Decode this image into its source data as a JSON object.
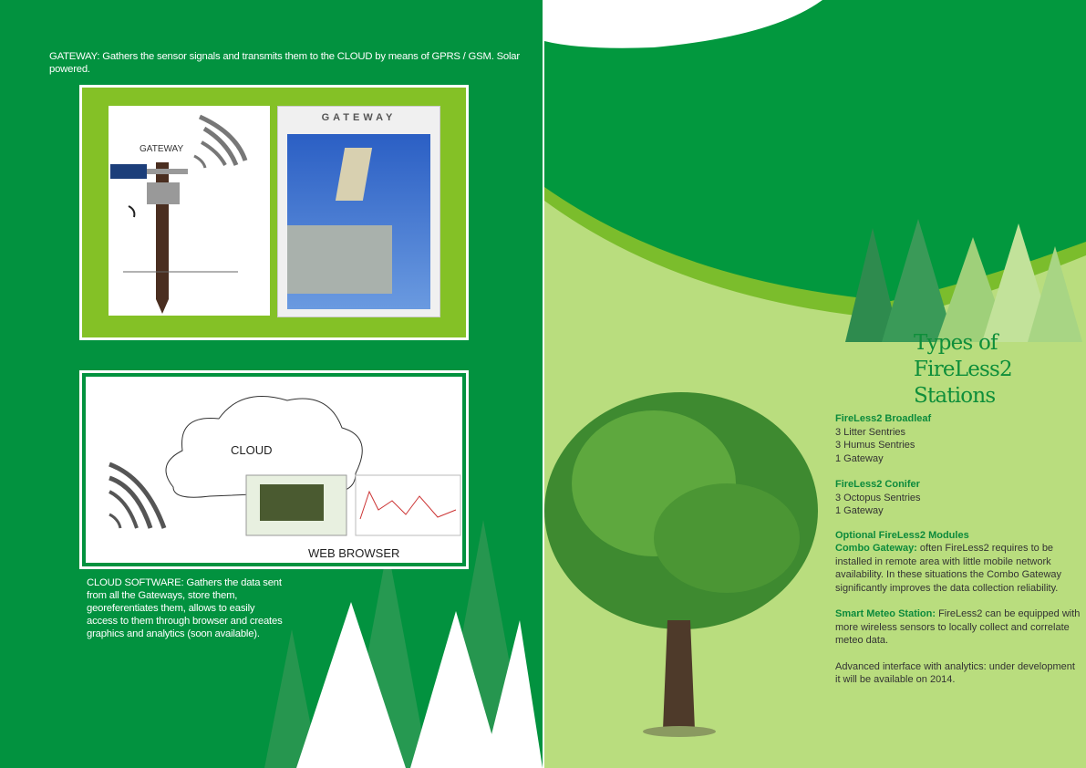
{
  "left_page": {
    "gateway_caption": "GATEWAY: Gathers the sensor signals and transmits them to the CLOUD by means of GPRS / GSM. Solar powered.",
    "gateway_diagram_label": "GATEWAY",
    "gateway_photo_label": "GATEWAY",
    "cloud_label": "CLOUD",
    "web_browser_label": "WEB BROWSER",
    "cloud_caption": "CLOUD SOFTWARE: Gathers the data sent from all the Gateways, store them, georeferentiates them, allows to easily access to them through browser and creates graphics and analytics (soon available)."
  },
  "right_page": {
    "title_line1": "Types of",
    "title_line2": "FireLess2 Stations",
    "broadleaf": {
      "heading": "FireLess2 Broadleaf",
      "items": [
        "3 Litter Sentries",
        "3 Humus Sentries",
        "1 Gateway"
      ]
    },
    "conifer": {
      "heading": "FireLess2 Conifer",
      "items": [
        "3 Octopus Sentries",
        "1 Gateway"
      ]
    },
    "optional": {
      "heading": "Optional FireLess2 Modules",
      "combo_label": "Combo Gateway:",
      "combo_text": " often FireLess2 requires to be installed in remote area with little mobile network availability. In these situations the Combo Gateway significantly improves the data collection reliability.",
      "meteo_label": "Smart Meteo Station:",
      "meteo_text": " FireLess2 can be equipped with more wireless sensors to locally collect and correlate meteo data.",
      "advanced": "Advanced interface with analytics: under development it will be available on 2014."
    }
  },
  "colors": {
    "dark_green": "#02923f",
    "light_green": "#b9dd7e",
    "lime": "#84c126",
    "heading_green": "#0c8a3c"
  }
}
